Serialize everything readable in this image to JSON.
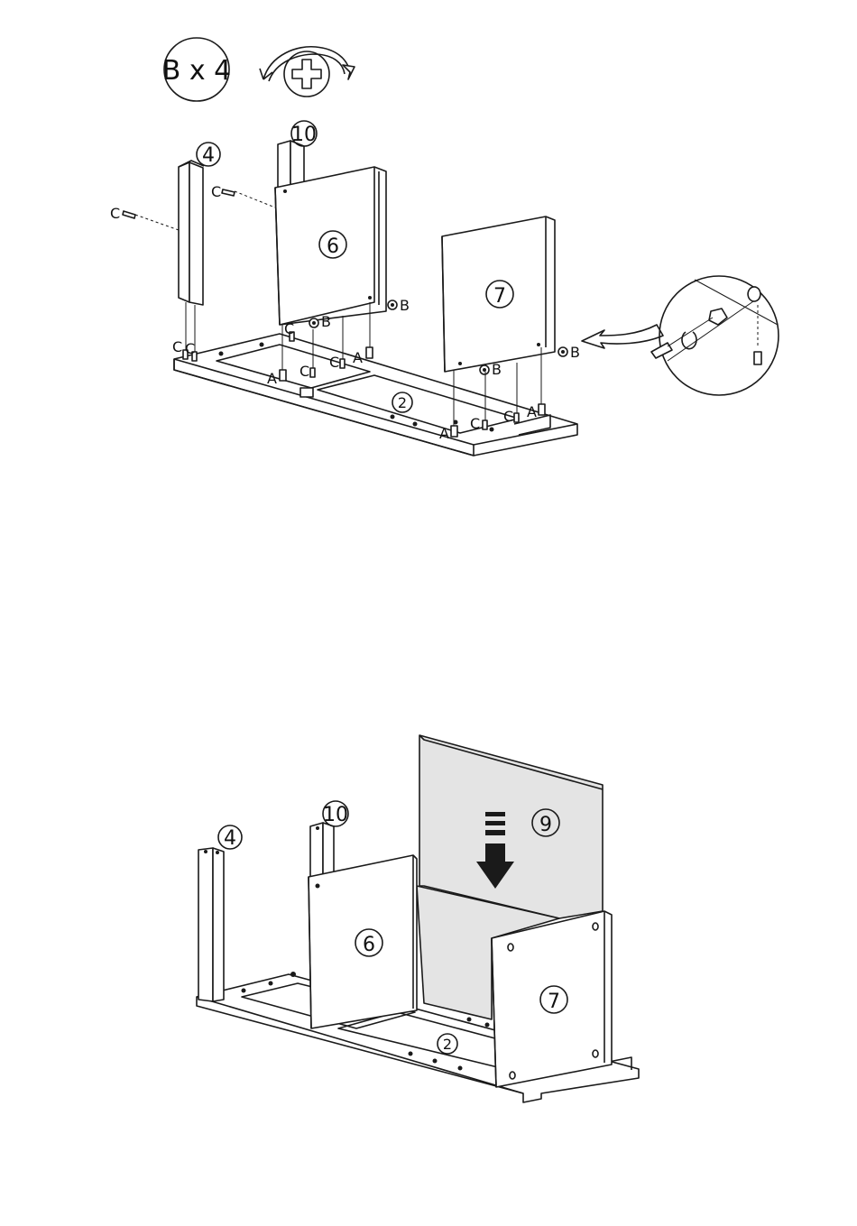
{
  "step1": {
    "qty_badge": "B x 4",
    "parts": {
      "leg_left": "4",
      "leg_mid": "10",
      "panel_left": "6",
      "panel_right": "7",
      "base": "2"
    },
    "hw": {
      "a": "A",
      "b": "B",
      "c": "C"
    }
  },
  "step2": {
    "parts": {
      "leg_left": "4",
      "leg_mid": "10",
      "panel_left": "6",
      "panel_right": "7",
      "back": "9",
      "base": "2"
    }
  }
}
